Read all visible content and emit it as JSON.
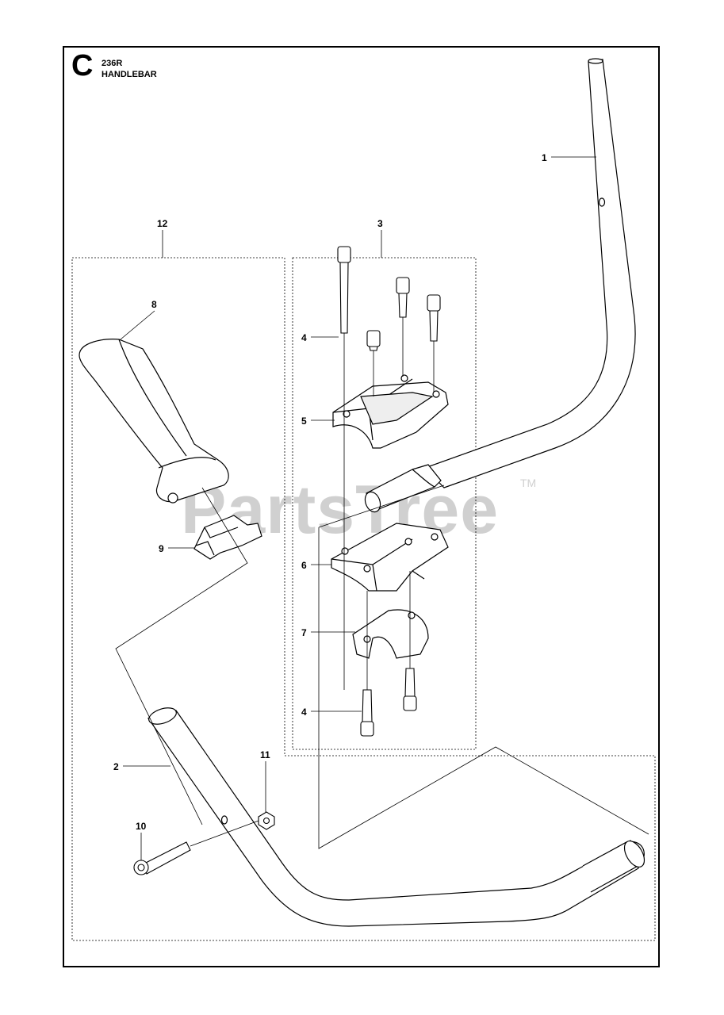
{
  "section": {
    "letter": "C",
    "model": "236R",
    "name": "HANDLEBAR"
  },
  "watermark": {
    "text": "PartsTree",
    "tm": "TM"
  },
  "callouts": {
    "c1": "1",
    "c2": "2",
    "c3": "3",
    "c4a": "4",
    "c4b": "4",
    "c5": "5",
    "c6": "6",
    "c7": "7",
    "c8": "8",
    "c9": "9",
    "c10": "10",
    "c11": "11",
    "c12": "12"
  },
  "colors": {
    "line": "#000000",
    "watermark": "#d0d0d0",
    "part_fill": "#ffffff",
    "dark_fill": "#555555"
  }
}
